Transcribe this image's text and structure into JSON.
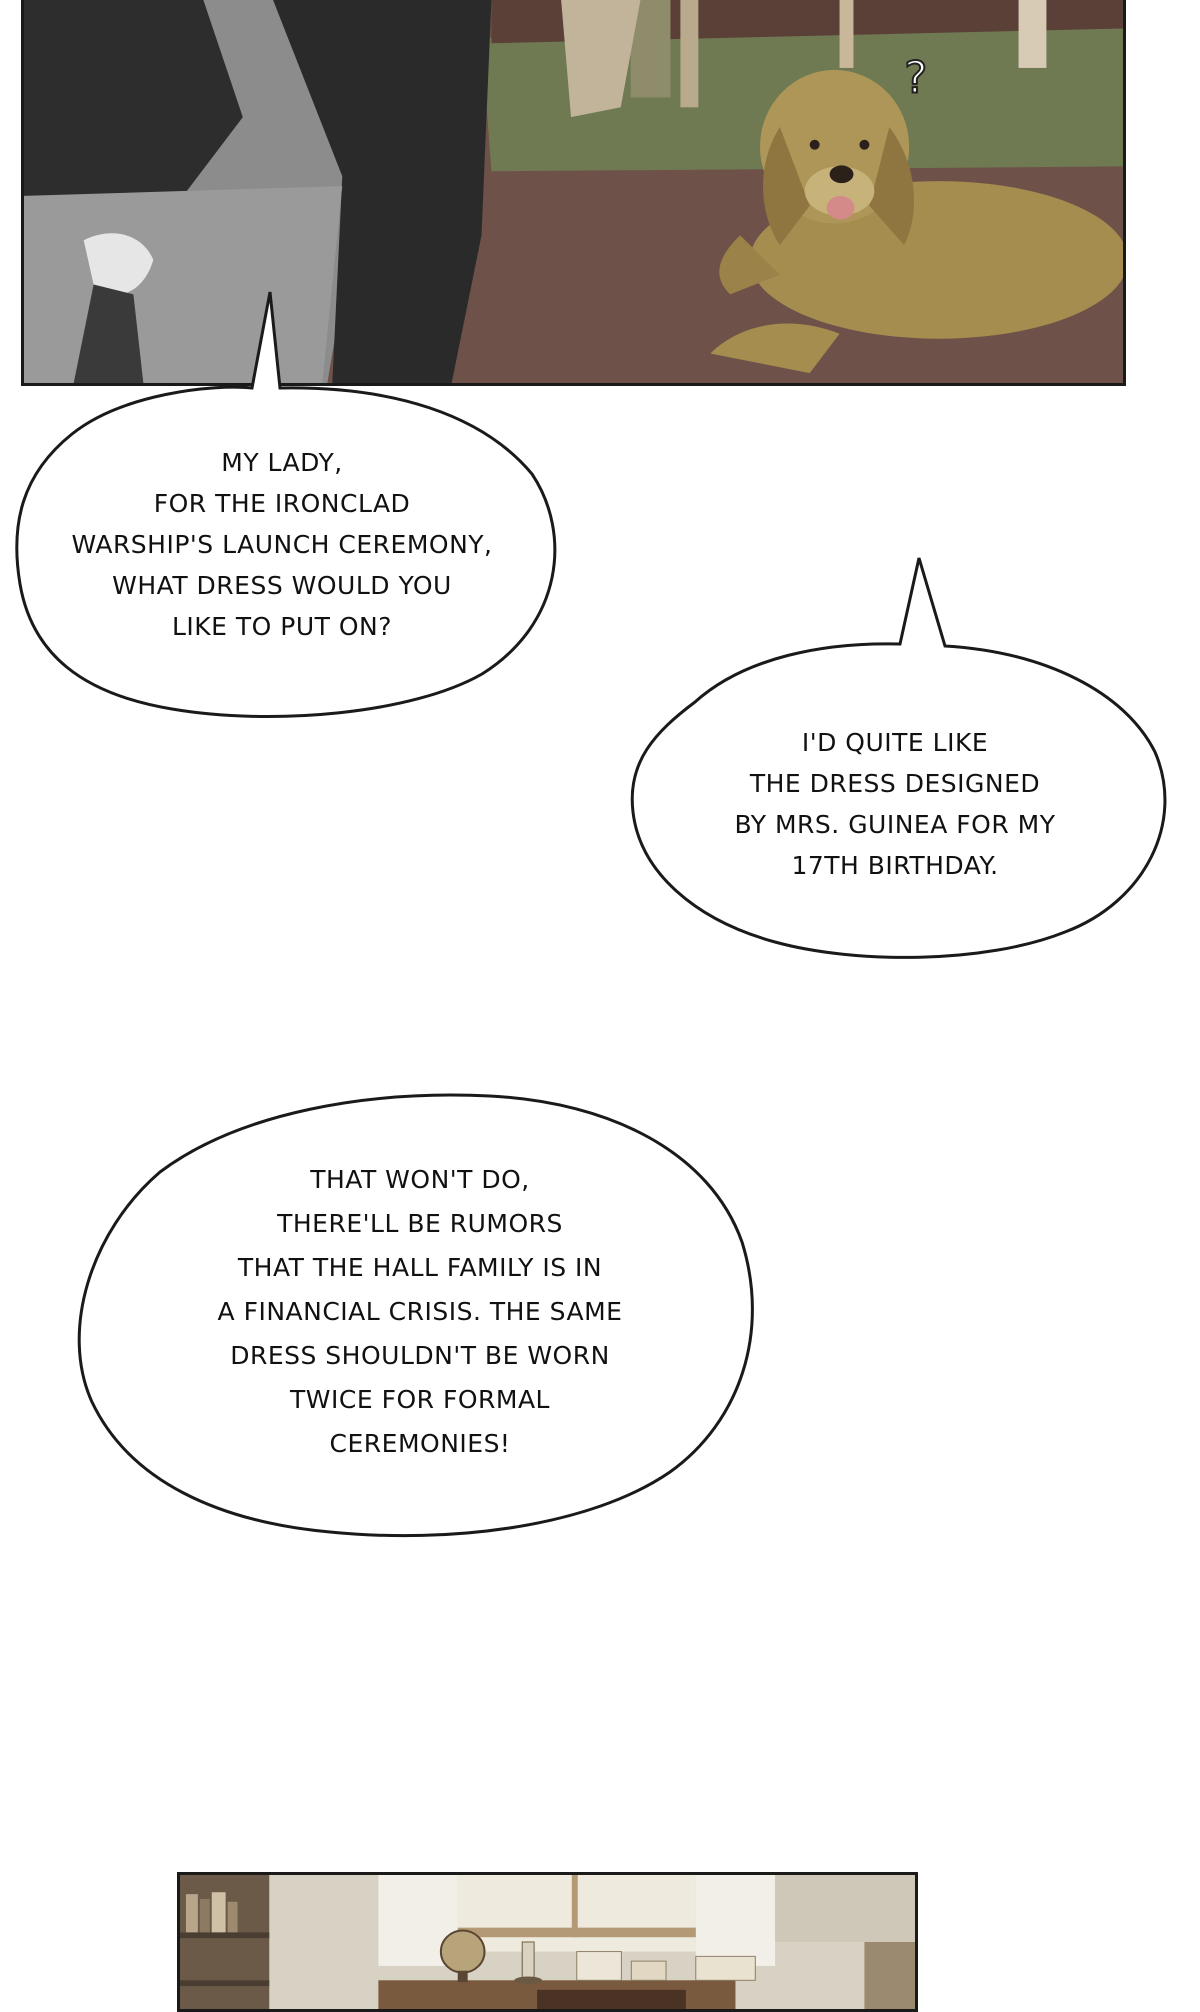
{
  "bubbles": {
    "speech_1": {
      "lines": [
        "MY LADY,",
        "FOR THE IRONCLAD",
        "WARSHIP'S LAUNCH CEREMONY,",
        "WHAT DRESS WOULD YOU",
        "LIKE TO PUT ON?"
      ]
    },
    "speech_2": {
      "lines": [
        "I'D QUITE LIKE",
        "THE DRESS DESIGNED",
        "BY MRS. GUINEA FOR MY",
        "17TH BIRTHDAY."
      ]
    },
    "speech_3": {
      "lines": [
        "THAT WON'T DO,",
        "THERE'LL BE RUMORS",
        "THAT THE HALL FAMILY IS IN",
        "A FINANCIAL CRISIS. THE SAME",
        "DRESS SHOULDN'T BE WORN",
        "TWICE FOR FORMAL",
        "CEREMONIES!"
      ]
    }
  },
  "panels": {
    "top": {
      "scene": "dog-and-maid-room"
    },
    "bottom": {
      "scene": "study-room-desk"
    }
  },
  "colors": {
    "bubble_fill": "#ffffff",
    "bubble_stroke": "#1a1a1a",
    "text": "#111111",
    "carpet": "#6e5249",
    "rug_green": "#6f7a52",
    "dog_fur": "#a58c4f"
  }
}
